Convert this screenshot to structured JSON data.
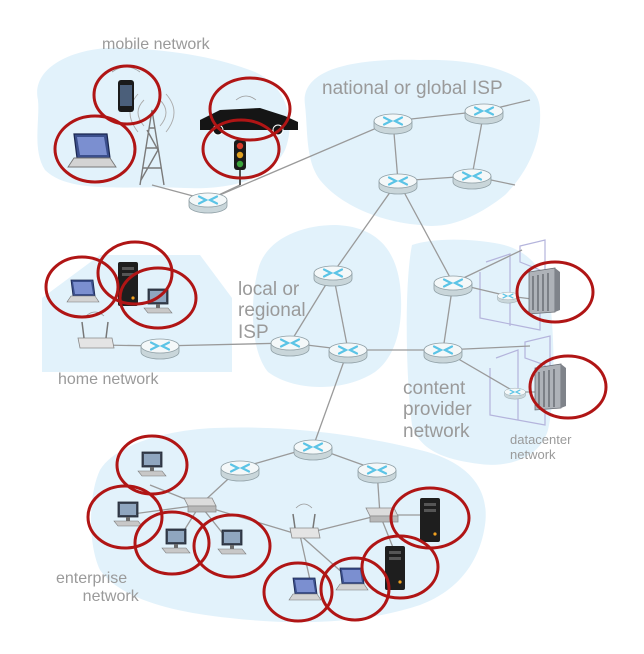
{
  "labels": {
    "mobile_network": "mobile network",
    "national_isp": "national or global ISP",
    "local_isp": "local or\nregional\nISP",
    "home_network": "home network",
    "content_provider": "content\nprovider\nnetwork",
    "datacenter": "datacenter\nnetwork",
    "enterprise": "enterprise\n      network"
  },
  "icons": {
    "router": "router-icon",
    "smartphone": "smartphone-icon",
    "laptop": "laptop-icon",
    "desktop": "desktop-computer-icon",
    "server": "server-icon",
    "server_rack": "server-rack-icon",
    "car": "car-icon",
    "traffic_light": "traffic-light-icon",
    "cell_tower": "cell-tower-icon",
    "wifi_access_point": "wifi-access-point-icon",
    "switch": "network-switch-icon"
  },
  "colors": {
    "region_fill": "#e2f2fb",
    "link": "#9a9a9a",
    "router_top": "#f4f8f9",
    "router_mark": "#5bc4e6",
    "highlight_circle": "#b01515",
    "label_text": "#9a9a9a",
    "datacenter_outline": "#b4b4dc"
  }
}
